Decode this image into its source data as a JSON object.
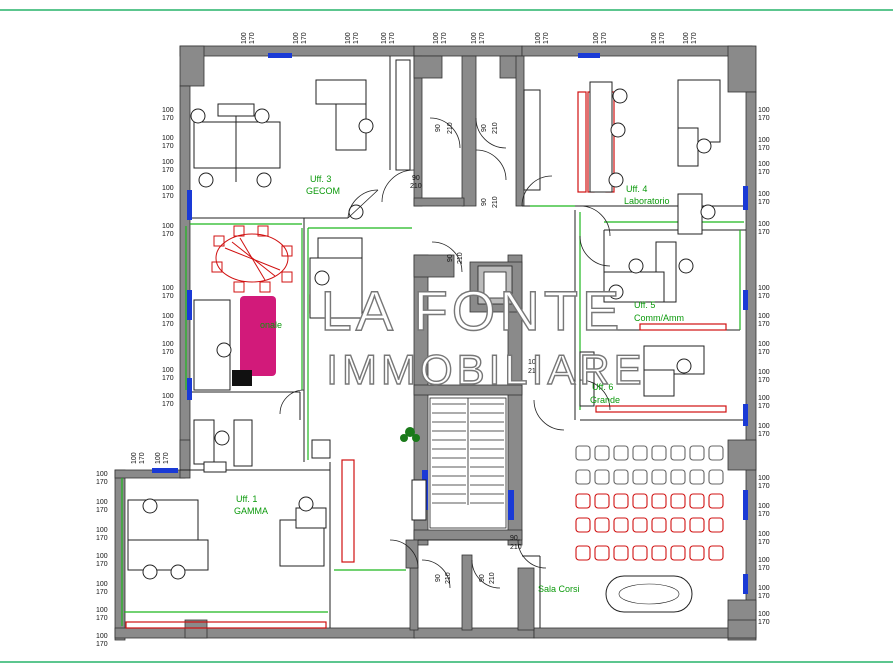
{
  "watermark": {
    "line1": "LA FONTE",
    "line2": "IMMOBILIARE"
  },
  "rooms": {
    "uff3_a": "Uff. 3",
    "uff3_b": "GECOM",
    "uff4_a": "Uff. 4",
    "uff4_b": "Laboratorio",
    "uff5_a": "Uff. 5",
    "uff5_b": "Comm/Amm",
    "uff6_a": "Uff. 6",
    "uff6_b": "Grande",
    "uff1_a": "Uff. 1",
    "uff1_b": "GAMMA",
    "direz": "onale",
    "sala": "Sala Corsi"
  },
  "window_labels": {
    "width": "100",
    "height": "170"
  },
  "door_labels": [
    {
      "w": "90",
      "h": "210"
    },
    {
      "w": "90",
      "h": "210"
    },
    {
      "w": "90",
      "h": "210"
    },
    {
      "w": "90",
      "h": "210"
    },
    {
      "w": "90",
      "h": "210"
    },
    {
      "w": "100",
      "h": "210"
    },
    {
      "w": "90",
      "h": "210"
    },
    {
      "w": "90",
      "h": "210"
    },
    {
      "w": "90",
      "h": "210"
    }
  ],
  "colors": {
    "wall": "#8a8a8a",
    "room_text": "#0c9a0c",
    "window": "#1a3ad6",
    "furniture_red": "#d01010",
    "column": "#d21a7a"
  }
}
